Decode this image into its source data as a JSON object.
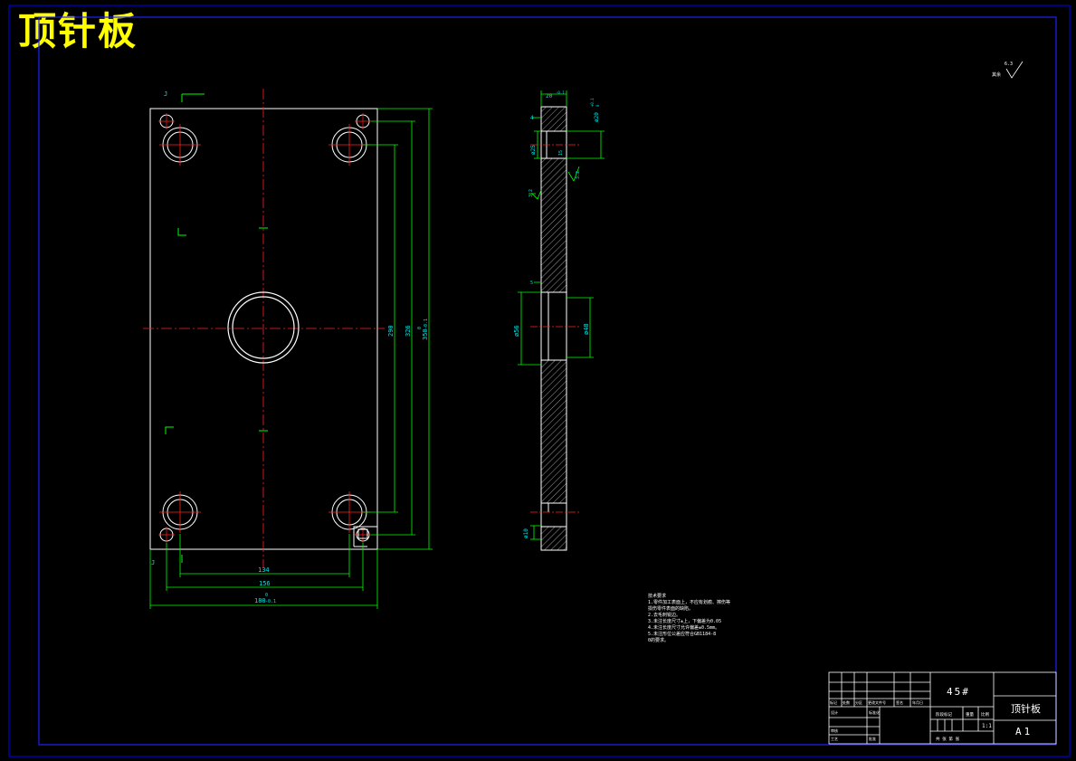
{
  "title": "顶针板",
  "view_label": "J",
  "surface_note": "其余",
  "roughness_default": "6.3",
  "front_dims": {
    "d134": "134",
    "d156": "156",
    "d180": "180",
    "d180_tol_upper": "0",
    "d180_tol_lower": "-0.1",
    "d290": "290",
    "d326": "326",
    "d350": "350",
    "d350_tol_upper": "0",
    "d350_tol_lower": "-0.1"
  },
  "side_dims": {
    "thickness": "20",
    "thickness_tol": "-0.1",
    "dia20": "ø20",
    "dia20_tol_upper": "+0.1",
    "dia20_tol_lower": "0",
    "dia25": "ø25",
    "dia56": "ø56",
    "dia48": "ø48",
    "dia10": "ø10",
    "depth4": "4",
    "depth5": "5",
    "depth15": "15",
    "r32_a": "3.2",
    "r32_b": "3.2"
  },
  "tech_notes": {
    "heading": "技术要求",
    "lines": [
      "1.零件加工表面上，不应有划痕、擦伤等",
      "  损伤零件表面的缺陷。",
      "2.去毛刺锐边。",
      "3.未注长度尺寸±上，下偏差为0.05",
      "4.未注长度尺寸允许偏差±0.5mm。",
      "5.未注形位公差应符合GB1184-8",
      "  0的要求。"
    ]
  },
  "title_block": {
    "material": "45#",
    "part_name": "顶针板",
    "drawing_no": "A1",
    "scale": "1:1",
    "header_cells": [
      "标记",
      "处数",
      "分区",
      "更改文件号",
      "签名",
      "年月日"
    ],
    "row_design": "设计",
    "row_std": "标准化",
    "row_review": "审核",
    "row_process": "工艺",
    "row_approve": "批准",
    "stage_label": "阶段标记",
    "weight_label": "重量",
    "scale_label": "比例",
    "sheet_label": "共  张 第  张"
  }
}
